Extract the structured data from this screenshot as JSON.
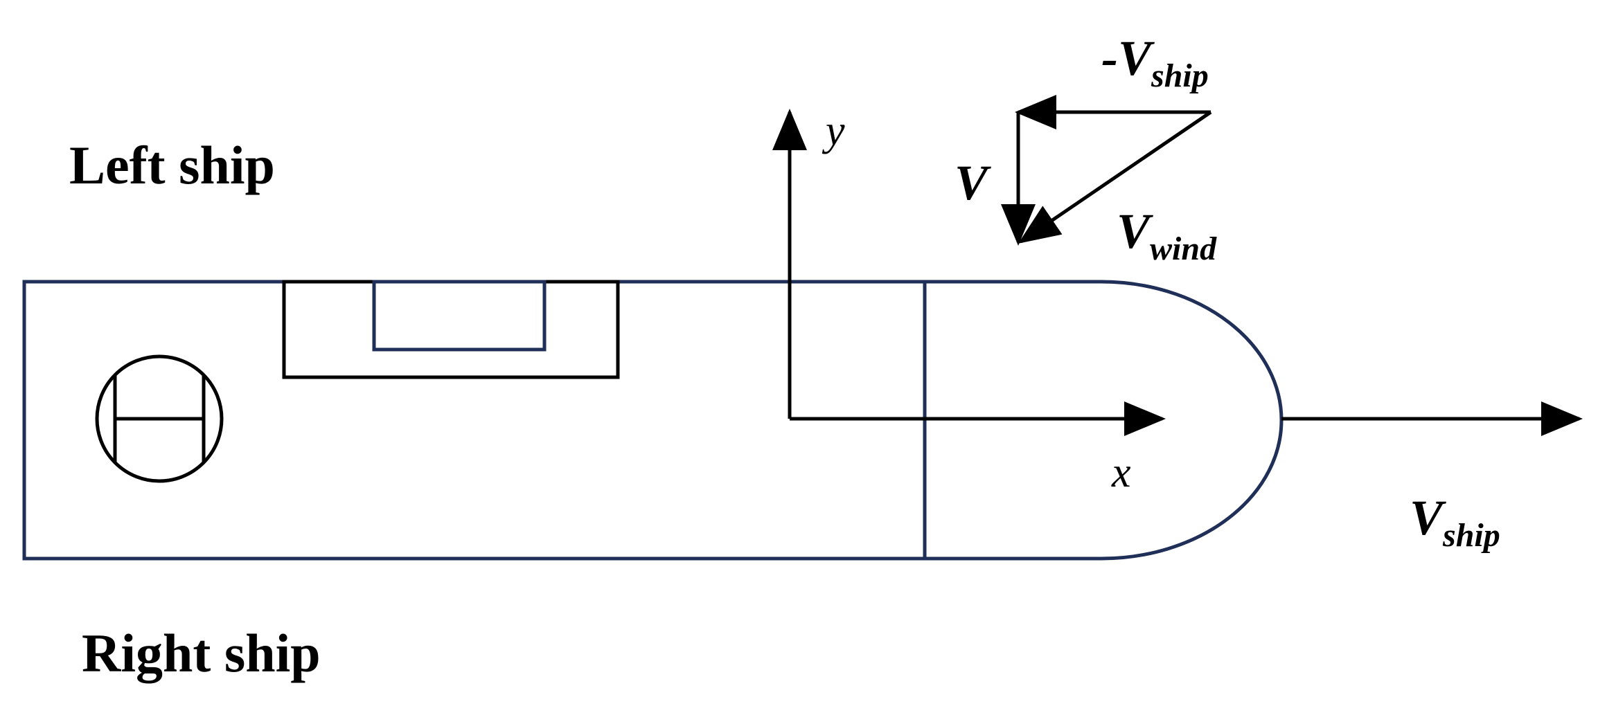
{
  "labels": {
    "left_ship": "Left ship",
    "right_ship": "Right ship",
    "axis_x": "x",
    "axis_y": "y"
  },
  "vectors": {
    "neg_v_ship": {
      "prefix": "-",
      "main": "V",
      "sub": "ship"
    },
    "v": {
      "main": "V"
    },
    "v_wind": {
      "main": "V",
      "sub": "wind"
    },
    "v_ship": {
      "main": "V",
      "sub": "ship"
    }
  },
  "colors": {
    "hull": "#1f2f57",
    "ink": "#000000",
    "background": "#ffffff"
  }
}
